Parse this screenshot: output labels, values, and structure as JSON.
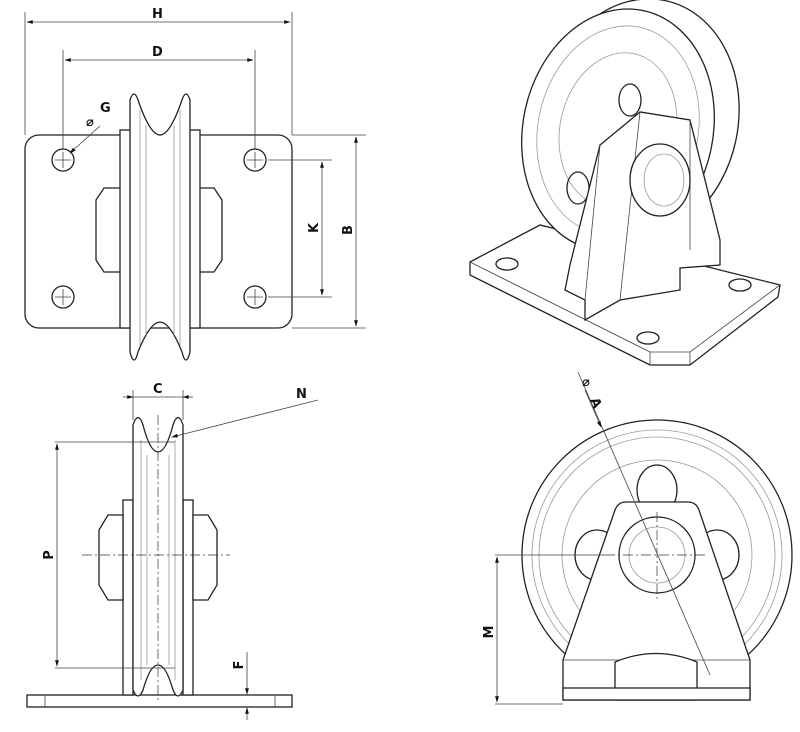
{
  "diagram": {
    "title": "Pulley block with mounting plate - dimension drawing",
    "views": [
      "top-view",
      "isometric-view",
      "side-view",
      "front-view"
    ],
    "labels": {
      "H": "H",
      "D": "D",
      "G": "G",
      "K": "K",
      "B": "B",
      "C": "C",
      "N": "N",
      "P": "P",
      "F": "F",
      "A": "A",
      "M": "M",
      "diameter_symbol": "⌀"
    }
  }
}
